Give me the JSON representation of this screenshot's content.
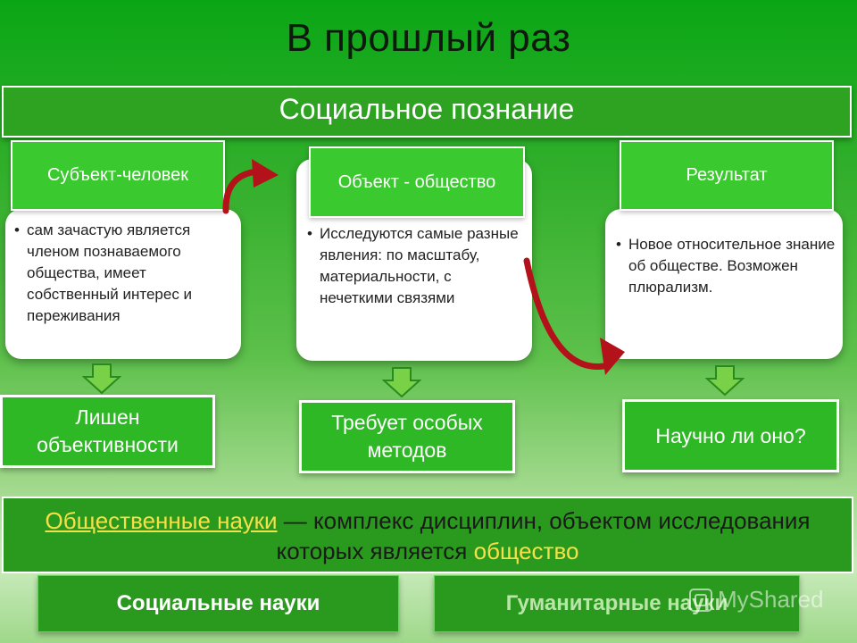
{
  "slide": {
    "title": "В прошлый раз",
    "subtitle": "Социальное познание"
  },
  "columns": [
    {
      "header": "Субъект-человек",
      "bullet": "сам зачастую является членом познаваемого общества, имеет собственный интерес и переживания",
      "conclusion": "Лишен объективности"
    },
    {
      "header": "Объект - общество",
      "bullet": "Исследуются самые разные явления: по масштабу, материальности,  с нечеткими связями",
      "conclusion": "Требует особых методов"
    },
    {
      "header": "Результат",
      "bullet": "Новое относительное знание об обществе. Возможен плюрализм.",
      "conclusion": "Научно ли оно?"
    }
  ],
  "definition": {
    "term": "Общественные науки",
    "dash": " — ",
    "text": "комплекс дисциплин, объектом исследования которых является ",
    "object": "общество"
  },
  "sciences": {
    "social": "Социальные науки",
    "humanities": "Гуманитарные науки"
  },
  "watermark": "MyShared",
  "colors": {
    "dark_green": "#2a9a1e",
    "bright_green": "#3ac92e",
    "accent_yellow": "#f6e04a",
    "arrow_red": "#b3121a",
    "arrow_down_green": "#78d146"
  }
}
